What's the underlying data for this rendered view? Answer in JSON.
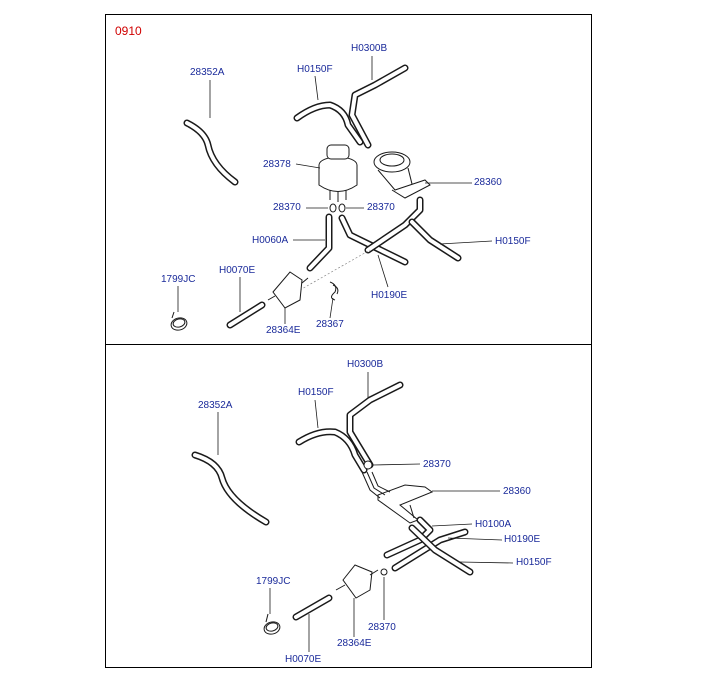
{
  "diagram": {
    "code": "0910",
    "top_labels": {
      "l_28352A": "28352A",
      "l_H0150F_a": "H0150F",
      "l_H0300B": "H0300B",
      "l_28378": "28378",
      "l_28360": "28360",
      "l_28370_a": "28370",
      "l_28370_b": "28370",
      "l_H0060A": "H0060A",
      "l_H0150F_b": "H0150F",
      "l_H0070E": "H0070E",
      "l_1799JC": "1799JC",
      "l_H0190E": "H0190E",
      "l_28364E": "28364E",
      "l_28367": "28367"
    },
    "bottom_labels": {
      "l_H0300B": "H0300B",
      "l_H0150F_a": "H0150F",
      "l_28352A": "28352A",
      "l_28370_a": "28370",
      "l_28360": "28360",
      "l_H0100A": "H0100A",
      "l_H0190E": "H0190E",
      "l_H0150F_b": "H0150F",
      "l_1799JC": "1799JC",
      "l_28370_b": "28370",
      "l_28364E": "28364E",
      "l_H0070E": "H0070E"
    }
  }
}
